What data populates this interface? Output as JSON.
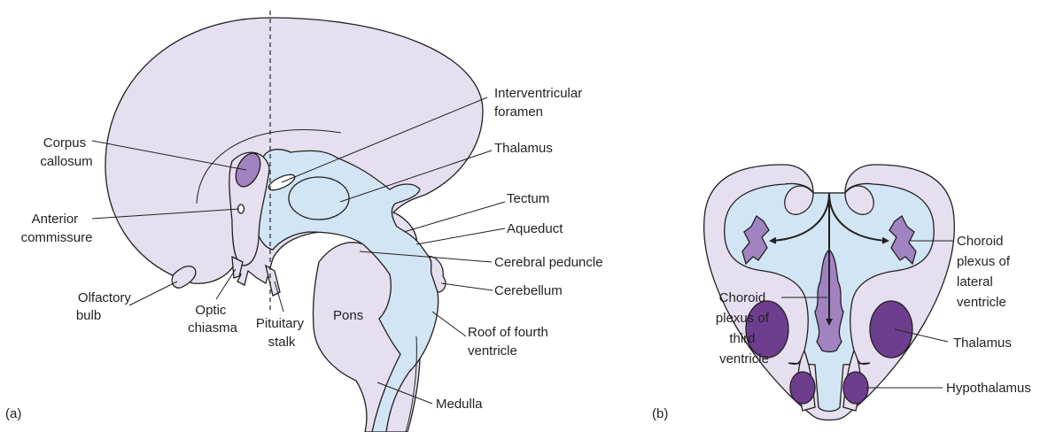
{
  "colors": {
    "brain_tissue": "#e6dfef",
    "ventricle": "#d2e5f4",
    "choroid_plexus": "#a183c2",
    "thalamus_dark": "#6d3d8e",
    "outline": "#231f20"
  },
  "panel_a": {
    "tag": "(a)",
    "labels": {
      "corpus_callosum": [
        "Corpus",
        "callosum"
      ],
      "anterior_commissure": [
        "Anterior",
        "commissure"
      ],
      "olfactory_bulb": [
        "Olfactory",
        "bulb"
      ],
      "optic_chiasma": [
        "Optic",
        "chiasma"
      ],
      "pituitary_stalk": [
        "Pituitary",
        "stalk"
      ],
      "pons": "Pons",
      "interventricular_foramen": [
        "Interventricular",
        "foramen"
      ],
      "thalamus": "Thalamus",
      "tectum": "Tectum",
      "aqueduct": "Aqueduct",
      "cerebral_peduncle": "Cerebral peduncle",
      "cerebellum": "Cerebellum",
      "roof_fourth_ventricle": [
        "Roof of fourth",
        "ventricle"
      ],
      "medulla": "Medulla"
    }
  },
  "panel_b": {
    "tag": "(b)",
    "labels": {
      "choroid_lateral": [
        "Choroid",
        "plexus of",
        "lateral",
        "ventricle"
      ],
      "choroid_third": [
        "Choroid",
        "plexus of",
        "third",
        "ventricle"
      ],
      "thalamus": "Thalamus",
      "hypothalamus": "Hypothalamus"
    }
  }
}
